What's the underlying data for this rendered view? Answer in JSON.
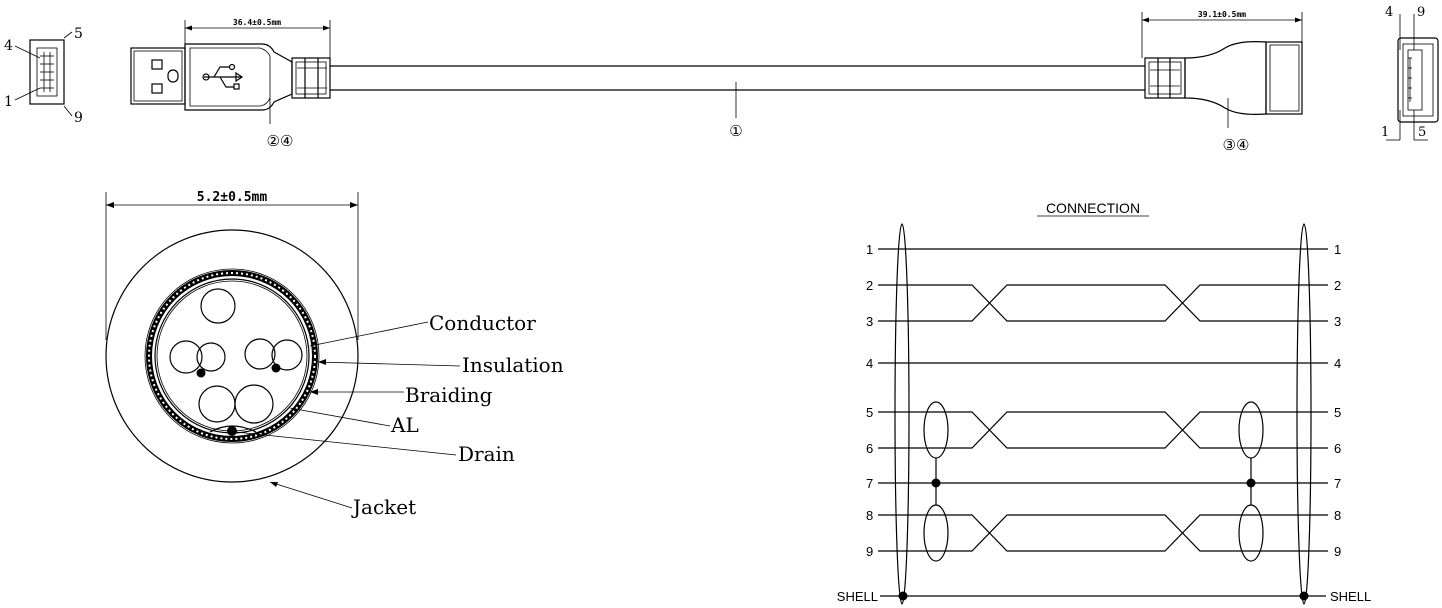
{
  "dimensions": {
    "plug_length": "36.4±0.5mm",
    "receptacle_length": "39.1±0.5mm",
    "cable_diameter": "5.2±0.5mm"
  },
  "callouts": {
    "cable": "①",
    "plug": "②④",
    "receptacle": "③④"
  },
  "left_end_pins": {
    "top_left": "4",
    "top_right": "5",
    "bottom_left": "1",
    "bottom_right": "9"
  },
  "right_end_pins": {
    "top_left": "4",
    "top_right": "9",
    "bottom_left": "1",
    "bottom_right": "5"
  },
  "cross_section": {
    "labels": [
      "Conductor",
      "Insulation",
      "Braiding",
      "AL",
      "Drain",
      "Jacket"
    ]
  },
  "connection": {
    "title": "CONNECTION",
    "pins": [
      "1",
      "2",
      "3",
      "4",
      "5",
      "6",
      "7",
      "8",
      "9"
    ],
    "shell_label": "SHELL"
  }
}
